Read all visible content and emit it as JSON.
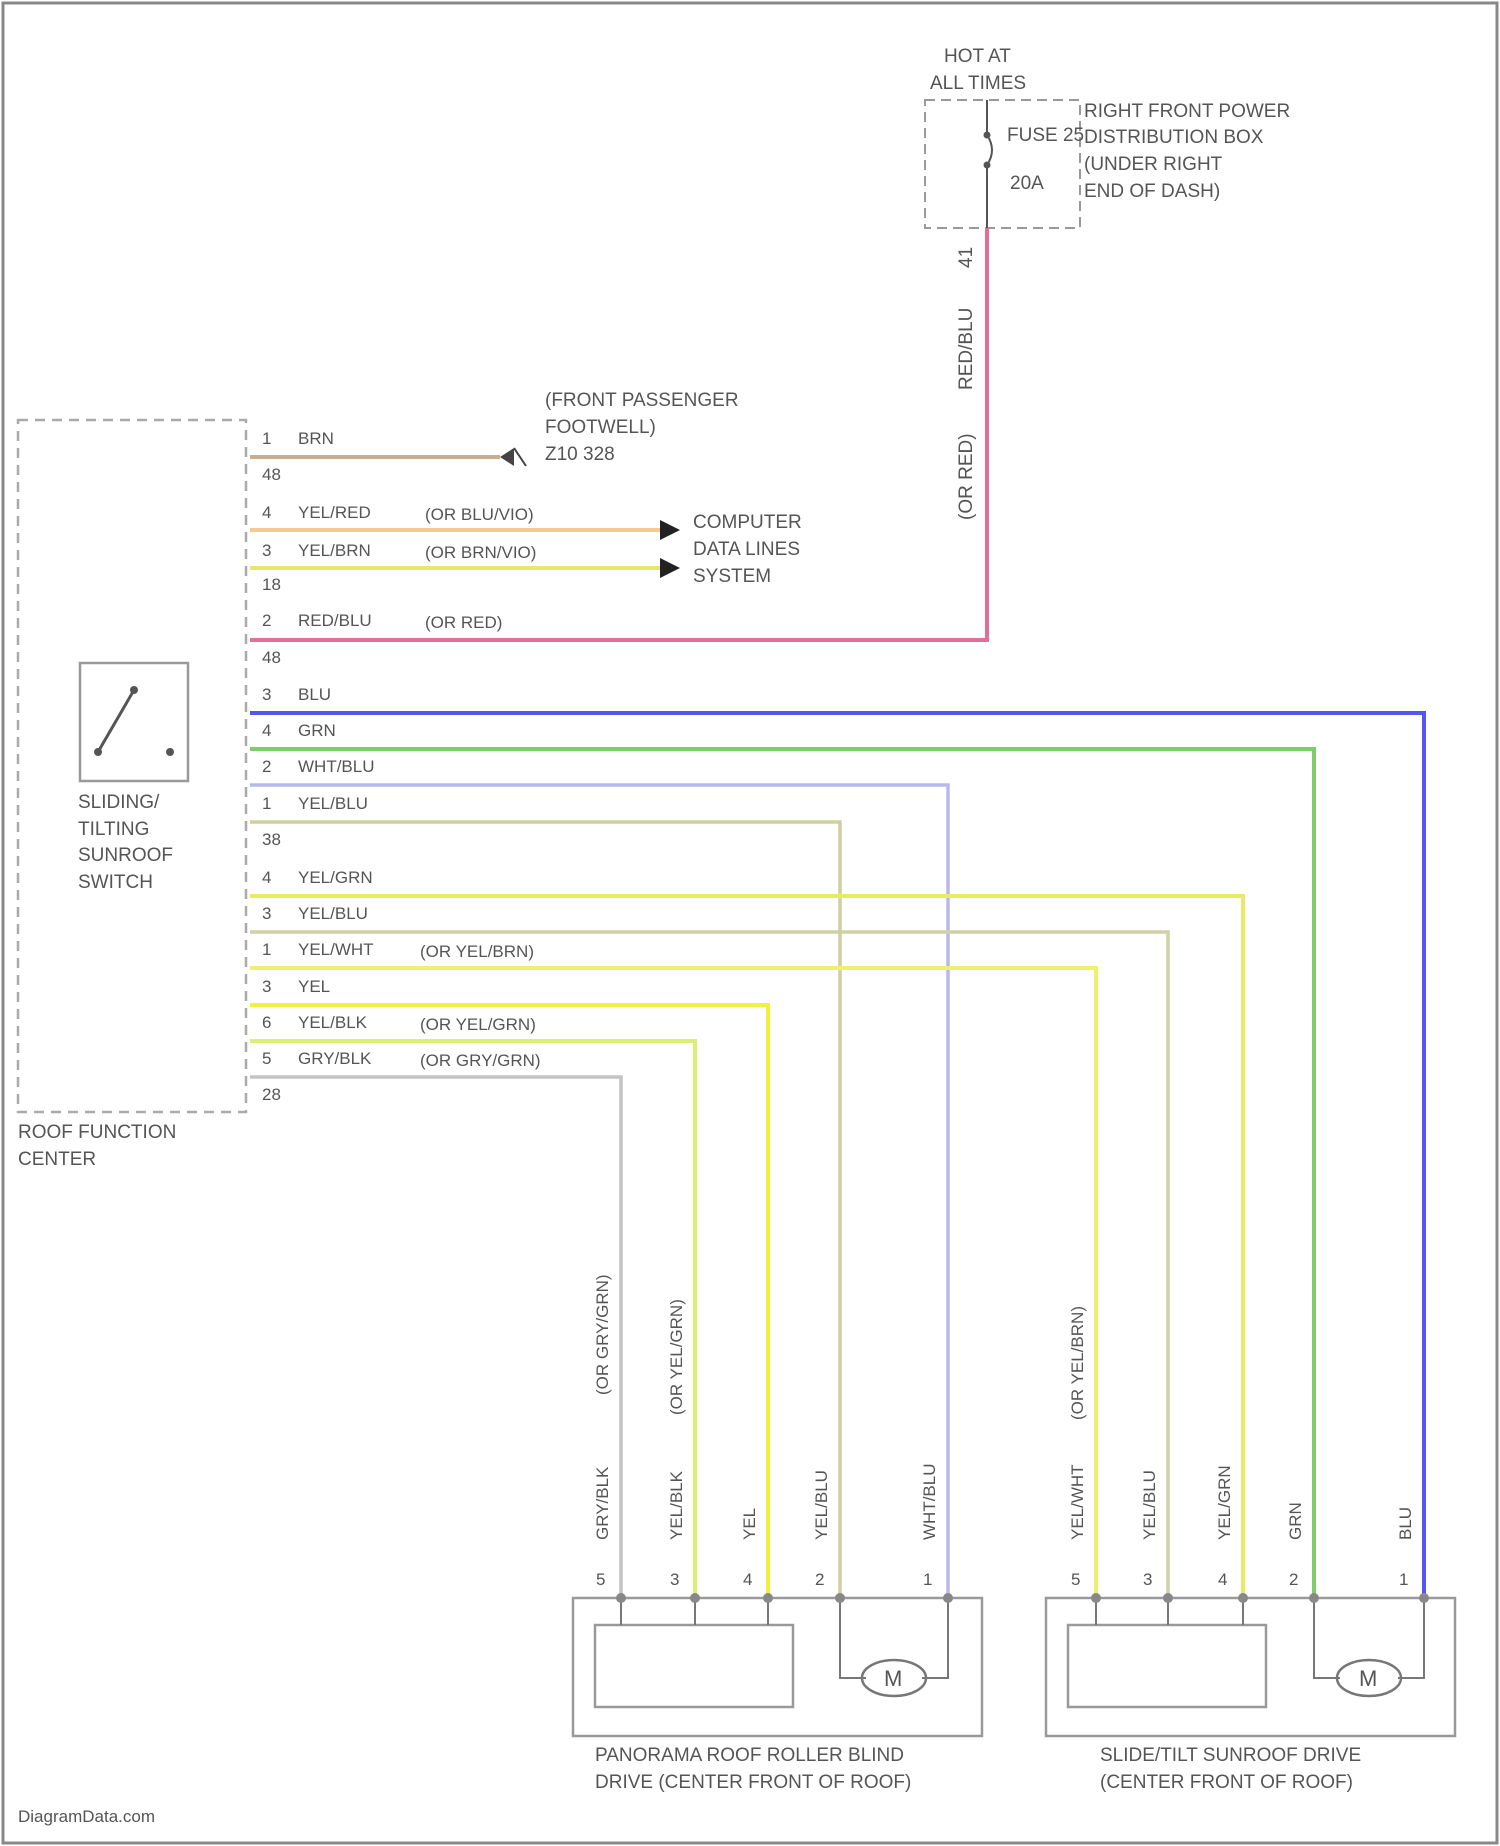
{
  "fuse_block": {
    "hot_line1": "HOT AT",
    "hot_line2": "ALL TIMES",
    "fuse_name": "FUSE 25",
    "fuse_amp": "20A",
    "location": [
      "RIGHT FRONT POWER",
      "DISTRIBUTION BOX",
      "(UNDER RIGHT",
      "END OF DASH)"
    ],
    "out_pin": "41",
    "wire_color": "RED/BLU",
    "wire_alt": "(OR RED)"
  },
  "roof_function_center": {
    "label": [
      "ROOF FUNCTION",
      "CENTER"
    ],
    "switch_label": [
      "SLIDING/",
      "TILTING",
      "SUNROOF",
      "SWITCH"
    ],
    "connectors": [
      "48",
      "18",
      "48",
      "38",
      "28"
    ]
  },
  "ground": {
    "label": [
      "(FRONT PASSENGER",
      "FOOTWELL)",
      "Z10 328"
    ]
  },
  "data_lines": {
    "label": [
      "COMPUTER",
      "DATA LINES",
      "SYSTEM"
    ]
  },
  "wires": [
    {
      "pin": "1",
      "color_name": "BRN",
      "alt": "",
      "hex": "#c8ae8a"
    },
    {
      "pin": "4",
      "color_name": "YEL/RED",
      "alt": "(OR BLU/VIO)",
      "hex": "#f7c98e"
    },
    {
      "pin": "3",
      "color_name": "YEL/BRN",
      "alt": "(OR BRN/VIO)",
      "hex": "#e6e86a"
    },
    {
      "pin": "2",
      "color_name": "RED/BLU",
      "alt": "(OR RED)",
      "hex": "#e0709a"
    },
    {
      "pin": "3",
      "color_name": "BLU",
      "alt": "",
      "hex": "#5555f0"
    },
    {
      "pin": "4",
      "color_name": "GRN",
      "alt": "",
      "hex": "#7fcc6a"
    },
    {
      "pin": "2",
      "color_name": "WHT/BLU",
      "alt": "",
      "hex": "#b8b8ec"
    },
    {
      "pin": "1",
      "color_name": "YEL/BLU",
      "alt": "",
      "hex": "#cfcfa0"
    },
    {
      "pin": "4",
      "color_name": "YEL/GRN",
      "alt": "",
      "hex": "#e6ee60"
    },
    {
      "pin": "3",
      "color_name": "YEL/BLU",
      "alt": "",
      "hex": "#d0d0a6"
    },
    {
      "pin": "1",
      "color_name": "YEL/WHT",
      "alt": "(OR YEL/BRN)",
      "hex": "#f0f070"
    },
    {
      "pin": "3",
      "color_name": "YEL",
      "alt": "",
      "hex": "#f2f23e"
    },
    {
      "pin": "6",
      "color_name": "YEL/BLK",
      "alt": "(OR YEL/GRN)",
      "hex": "#dcee74"
    },
    {
      "pin": "5",
      "color_name": "GRY/BLK",
      "alt": "(OR GRY/GRN)",
      "hex": "#c4c4c4"
    }
  ],
  "panorama_drive": {
    "label": [
      "PANORAMA ROOF ROLLER BLIND",
      "DRIVE (CENTER FRONT OF ROOF)"
    ],
    "motor": "M",
    "pins": [
      {
        "pin": "5",
        "wire": "GRY/BLK",
        "alt": "(OR GRY/GRN)"
      },
      {
        "pin": "3",
        "wire": "YEL/BLK",
        "alt": "(OR YEL/GRN)"
      },
      {
        "pin": "4",
        "wire": "YEL",
        "alt": ""
      },
      {
        "pin": "2",
        "wire": "YEL/BLU",
        "alt": ""
      },
      {
        "pin": "1",
        "wire": "WHT/BLU",
        "alt": ""
      }
    ]
  },
  "slide_tilt_drive": {
    "label": [
      "SLIDE/TILT SUNROOF DRIVE",
      "(CENTER FRONT OF ROOF)"
    ],
    "motor": "M",
    "pins": [
      {
        "pin": "5",
        "wire": "YEL/WHT",
        "alt": "(OR YEL/BRN)"
      },
      {
        "pin": "3",
        "wire": "YEL/BLU",
        "alt": ""
      },
      {
        "pin": "4",
        "wire": "YEL/GRN",
        "alt": ""
      },
      {
        "pin": "2",
        "wire": "GRN",
        "alt": ""
      },
      {
        "pin": "1",
        "wire": "BLU",
        "alt": ""
      }
    ]
  },
  "watermark": "DiagramData.com"
}
